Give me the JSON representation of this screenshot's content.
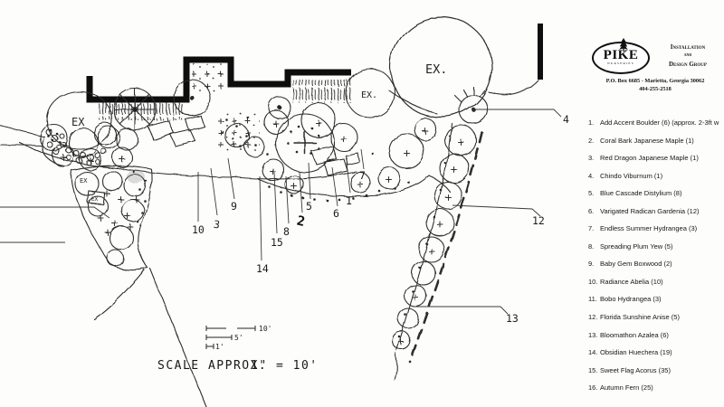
{
  "colors": {
    "ink": "#1c1c1c",
    "paper": "#fdfdfc"
  },
  "header": {
    "brand": "PIKE",
    "brand_sub": "NURSERIES",
    "org": [
      "Installation",
      "and",
      "Design Group"
    ],
    "address": "P.O. Box 6685 - Marietta, Georgia 30062",
    "phone": "404-255-2518"
  },
  "plant_list": {
    "items": [
      {
        "num": "1.",
        "name": "Add Accent Boulder (6) (approx. 2-3ft w"
      },
      {
        "num": "2.",
        "name": "Coral Bark Japanese Maple (1)"
      },
      {
        "num": "3.",
        "name": "Red Dragon Japanese Maple (1)"
      },
      {
        "num": "4.",
        "name": "Chindo Viburnum (1)"
      },
      {
        "num": "5.",
        "name": "Blue Cascade Distylium (8)"
      },
      {
        "num": "6.",
        "name": "Varigated Radican Gardenia (12)"
      },
      {
        "num": "7.",
        "name": "Endless Summer Hydrangea (3)"
      },
      {
        "num": "8.",
        "name": "Spreading Plum Yew (5)"
      },
      {
        "num": "9.",
        "name": "Baby Gem Boxwood (2)"
      },
      {
        "num": "10.",
        "name": "Radiance Abelia (10)"
      },
      {
        "num": "11.",
        "name": "Bobo Hydrangea (3)"
      },
      {
        "num": "12.",
        "name": "Florida Sunshine Anise (5)"
      },
      {
        "num": "13.",
        "name": "Bloomathon Azalea (6)"
      },
      {
        "num": "14.",
        "name": "Obsidian Huechera (19)"
      },
      {
        "num": "15.",
        "name": "Sweet Flag Acorus (35)"
      },
      {
        "num": "16.",
        "name": "Autumn Fern (25)"
      }
    ]
  },
  "plan": {
    "ex": {
      "left": "EX",
      "mid": "EX.",
      "big": "EX.",
      "bed_a": "EX",
      "bed_b": "EX"
    },
    "callouts": {
      "c1": "1",
      "c2": "2",
      "c3": "3",
      "c4": "4",
      "c5": "5",
      "c6": "6",
      "c7": "7",
      "c8": "8",
      "c9": "9",
      "c10": "10",
      "c12": "12",
      "c13": "13",
      "c14": "14",
      "c15": "15"
    },
    "scale": {
      "caption": "SCALE APPROX.",
      "ratio": "1\" = 10'",
      "bar10": "10'",
      "bar5": "5'",
      "bar1": "1'"
    }
  }
}
